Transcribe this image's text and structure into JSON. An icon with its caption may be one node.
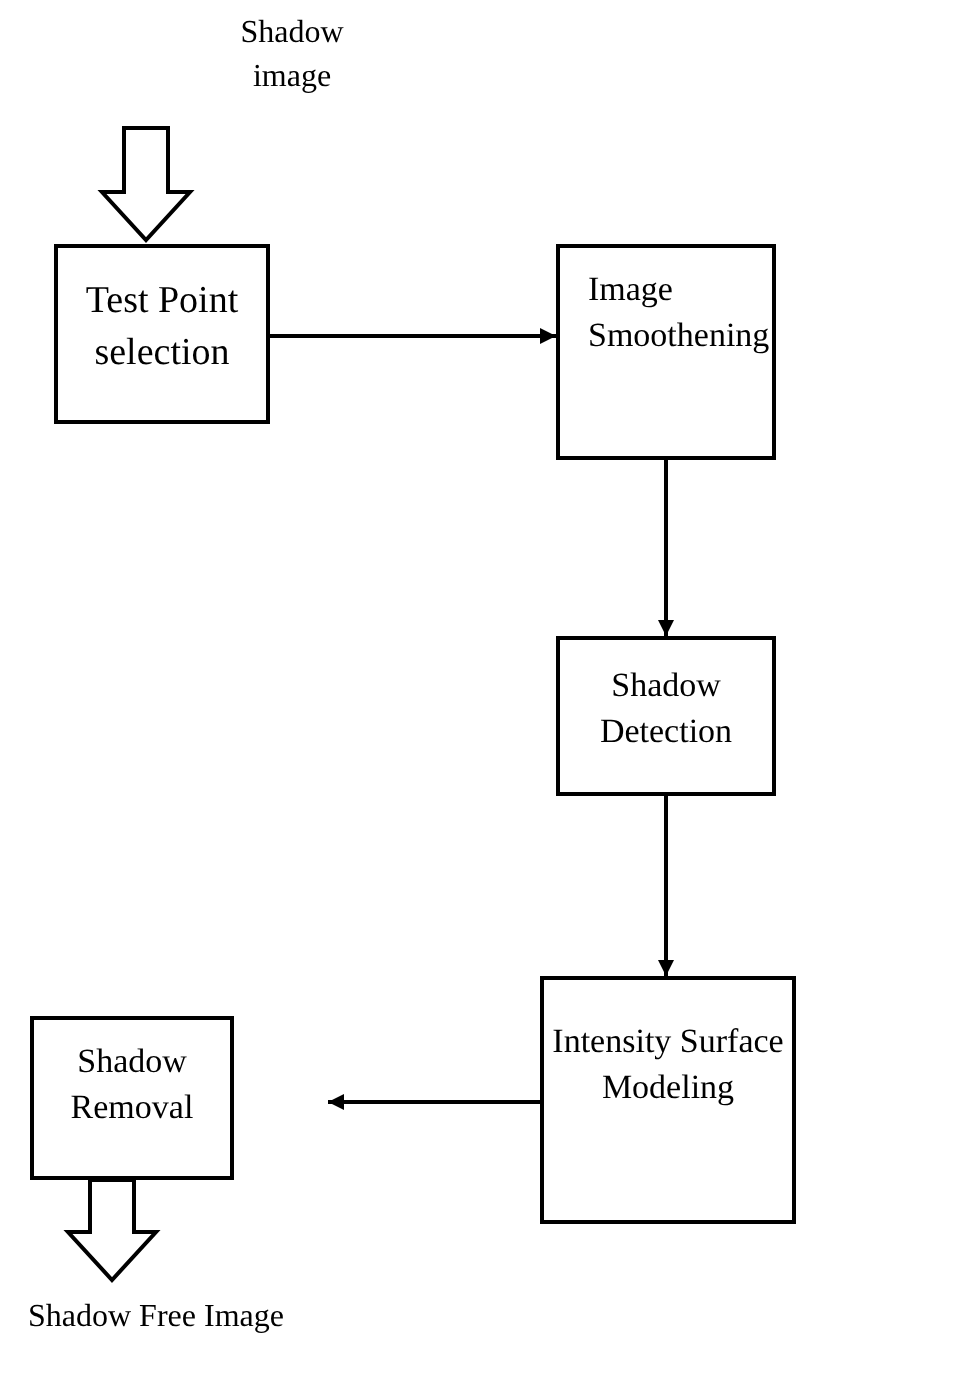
{
  "diagram": {
    "nodes": [
      {
        "text": [
          "Shadow image"
        ]
      },
      {
        "text": [
          "Test Point selection"
        ]
      },
      {
        "text": [
          "Image Smoothening"
        ]
      },
      {
        "text": [
          "Shadow Detection"
        ]
      },
      {
        "text": [
          "Intensity Surface Modeling"
        ]
      },
      {
        "text": [
          "Shadow Removal"
        ]
      },
      {
        "text": [
          "Shadow Free Image"
        ]
      }
    ],
    "edges": [
      {
        "from": 0,
        "to": 1,
        "arrow": "to",
        "style": "thick"
      },
      {
        "from": 1,
        "to": 2,
        "arrow": "to"
      },
      {
        "from": 2,
        "to": 3,
        "arrow": "to"
      },
      {
        "from": 3,
        "to": 4,
        "arrow": "to"
      },
      {
        "from": 4,
        "to": 5,
        "arrow": "to"
      },
      {
        "from": 5,
        "to": 6,
        "arrow": "to",
        "style": "thick"
      }
    ]
  }
}
